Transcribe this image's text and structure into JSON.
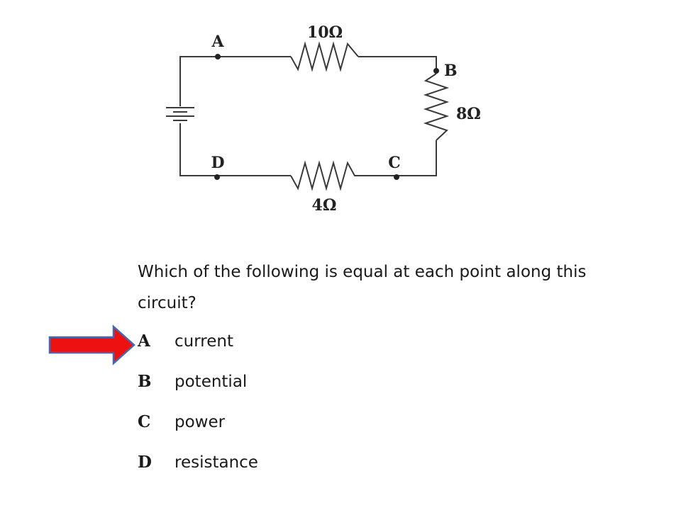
{
  "diagram": {
    "nodes": {
      "a": "A",
      "b": "B",
      "c": "C",
      "d": "D"
    },
    "resistors": {
      "top": "10Ω",
      "right": "8Ω",
      "bottom": "4Ω"
    },
    "wire_color": "#3a3a3a",
    "battery_symbol": "battery-icon"
  },
  "question": {
    "text": "Which of the following is equal at each point along this circuit?"
  },
  "choices": [
    {
      "letter": "A",
      "text": "current",
      "selected": true
    },
    {
      "letter": "B",
      "text": "potential",
      "selected": false
    },
    {
      "letter": "C",
      "text": "power",
      "selected": false
    },
    {
      "letter": "D",
      "text": "resistance",
      "selected": false
    }
  ],
  "indicator": {
    "icon": "red-arrow-icon",
    "fill": "#ee1111",
    "stroke": "#3f6bb5"
  }
}
